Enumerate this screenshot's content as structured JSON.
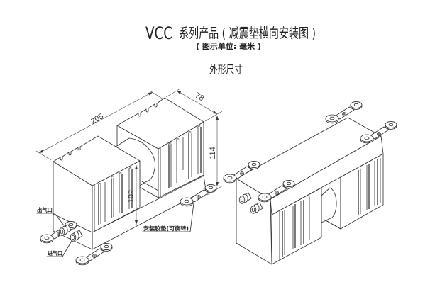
{
  "header": {
    "title_prefix": "VCC",
    "title_text": "系列产品 ( 减震垫横向安装图 )",
    "subtitle": "( 图示单位: 毫米 )",
    "section_title": "外形尺寸"
  },
  "upright_view": {
    "dimensions": {
      "length": "205",
      "width": "78",
      "overall_height": "114",
      "body_height": "102"
    },
    "callouts": {
      "air_outlet": "出气口",
      "air_inlet": "进气口",
      "mounting_pad": "安装胶垫(可旋转)"
    }
  },
  "colors": {
    "line": "#333333",
    "text": "#222222",
    "background": "#ffffff"
  }
}
